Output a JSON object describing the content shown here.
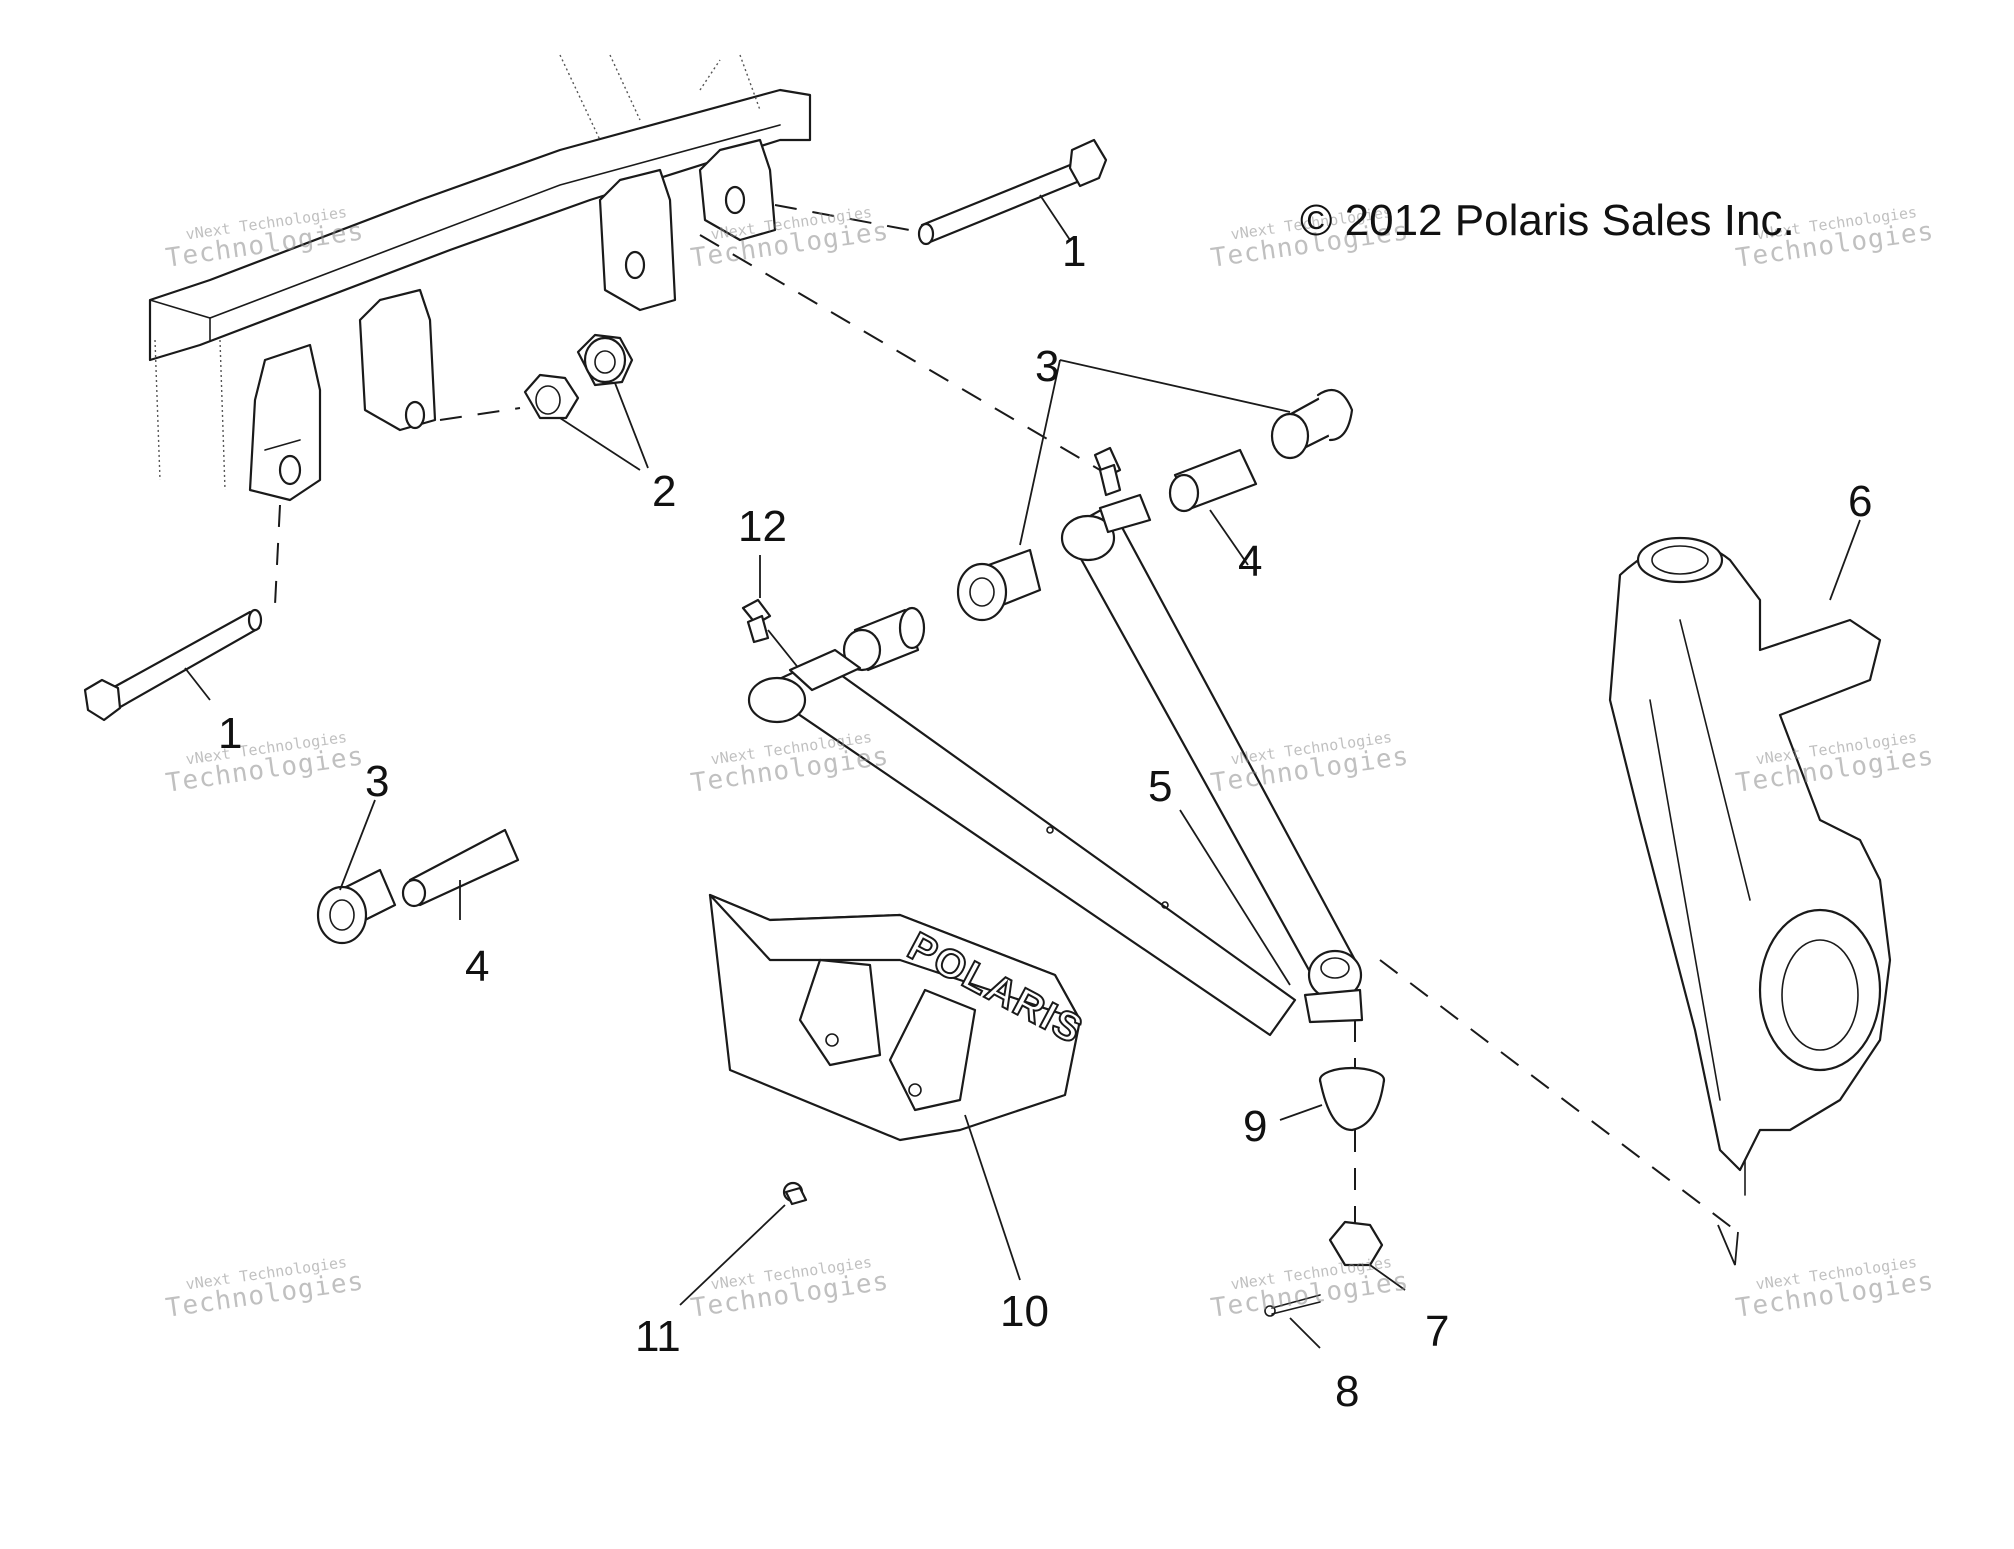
{
  "copyright": "© 2012 Polaris Sales Inc.",
  "polaris_logo_text": "POLARIS",
  "watermark": {
    "small": "vNext Technologies",
    "large": "Technologies"
  },
  "callouts": {
    "c1a": "1",
    "c1b": "1",
    "c2": "2",
    "c3a": "3",
    "c3b": "3",
    "c4a": "4",
    "c4b": "4",
    "c5": "5",
    "c6": "6",
    "c7": "7",
    "c8": "8",
    "c9": "9",
    "c10": "10",
    "c11": "11",
    "c12": "12"
  },
  "parts": {
    "p1": "bolt",
    "p2": "nut",
    "p3": "bushing",
    "p4": "sleeve",
    "p5": "a-arm",
    "p6": "spindle",
    "p7": "nut",
    "p8": "cotter-pin",
    "p9": "boot",
    "p10": "skid-plate",
    "p11": "screw",
    "p12": "grease-fitting"
  }
}
